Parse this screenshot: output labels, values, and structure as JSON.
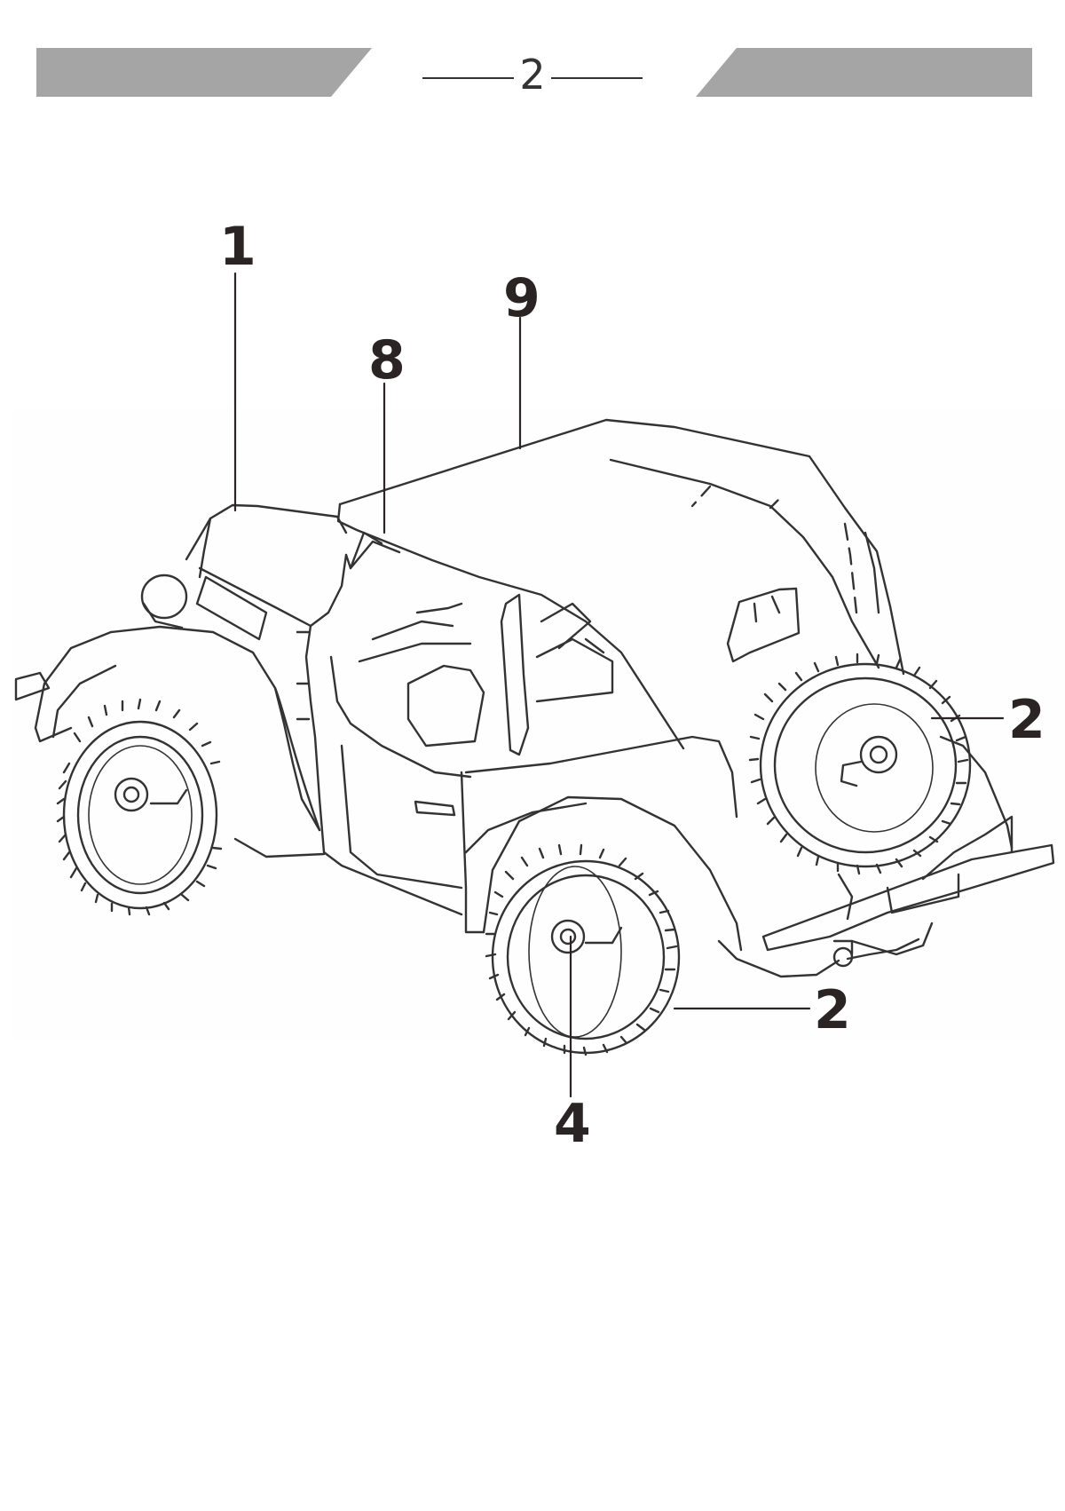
{
  "page": {
    "number": "2"
  },
  "diagram": {
    "callouts": [
      {
        "id": "callout-1",
        "label": "1"
      },
      {
        "id": "callout-9",
        "label": "9"
      },
      {
        "id": "callout-8",
        "label": "8"
      },
      {
        "id": "callout-2-spare",
        "label": "2"
      },
      {
        "id": "callout-2-rear",
        "label": "2"
      },
      {
        "id": "callout-4",
        "label": "4"
      }
    ]
  },
  "colors": {
    "band": "#a5a5a5",
    "ink": "#2a2424",
    "line": "#333333"
  }
}
